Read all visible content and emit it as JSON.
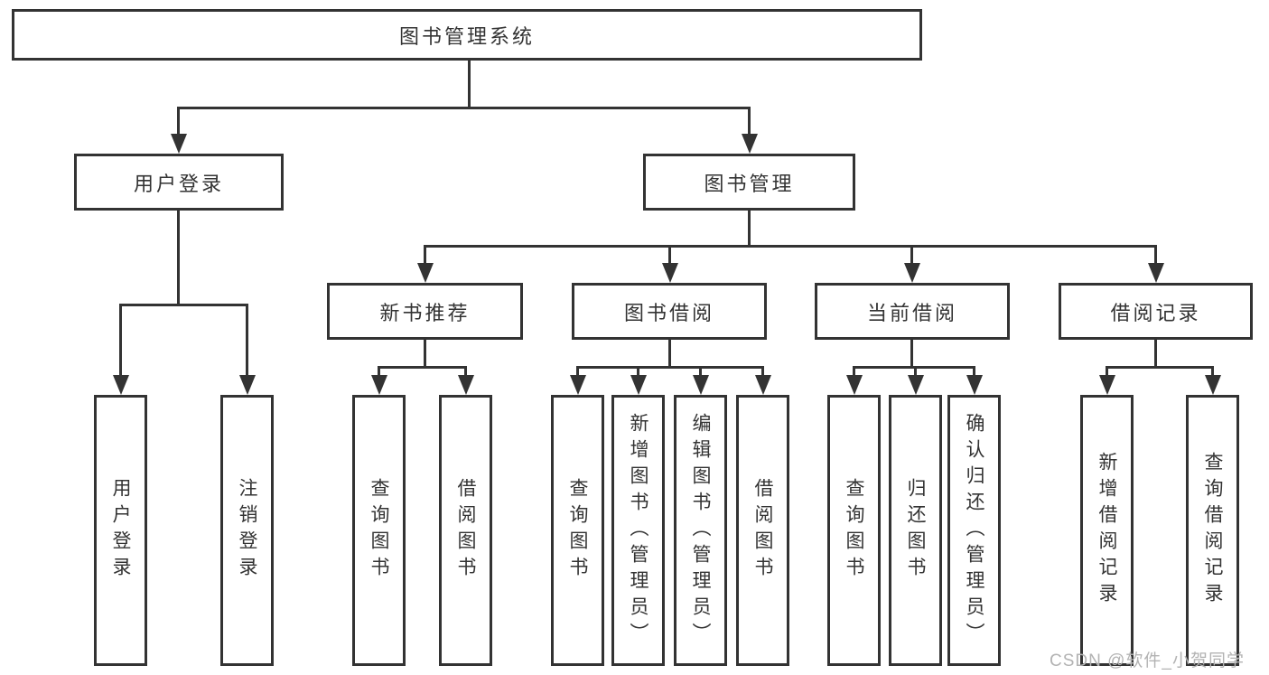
{
  "diagram_title": "图书管理系统",
  "tree": {
    "label": "图书管理系统",
    "children": [
      {
        "label": "用户登录",
        "children": [
          {
            "label": "用户登录"
          },
          {
            "label": "注销登录"
          }
        ]
      },
      {
        "label": "图书管理",
        "children": [
          {
            "label": "新书推荐",
            "children": [
              {
                "label": "查询图书"
              },
              {
                "label": "借阅图书"
              }
            ]
          },
          {
            "label": "图书借阅",
            "children": [
              {
                "label": "查询图书"
              },
              {
                "label": "新增图书（管理员）"
              },
              {
                "label": "编辑图书（管理员）"
              },
              {
                "label": "借阅图书"
              }
            ]
          },
          {
            "label": "当前借阅",
            "children": [
              {
                "label": "查询图书"
              },
              {
                "label": "归还图书"
              },
              {
                "label": "确认归还（管理员）"
              }
            ]
          },
          {
            "label": "借阅记录",
            "children": [
              {
                "label": "新增借阅记录"
              },
              {
                "label": "查询借阅记录"
              }
            ]
          }
        ]
      }
    ]
  },
  "watermark": {
    "text": "CSDN @软件_小贺同学"
  },
  "colors": {
    "line": "#333333",
    "box_border": "#333333",
    "text": "#333333",
    "background": "#ffffff",
    "watermark": "#b3b3b3"
  }
}
